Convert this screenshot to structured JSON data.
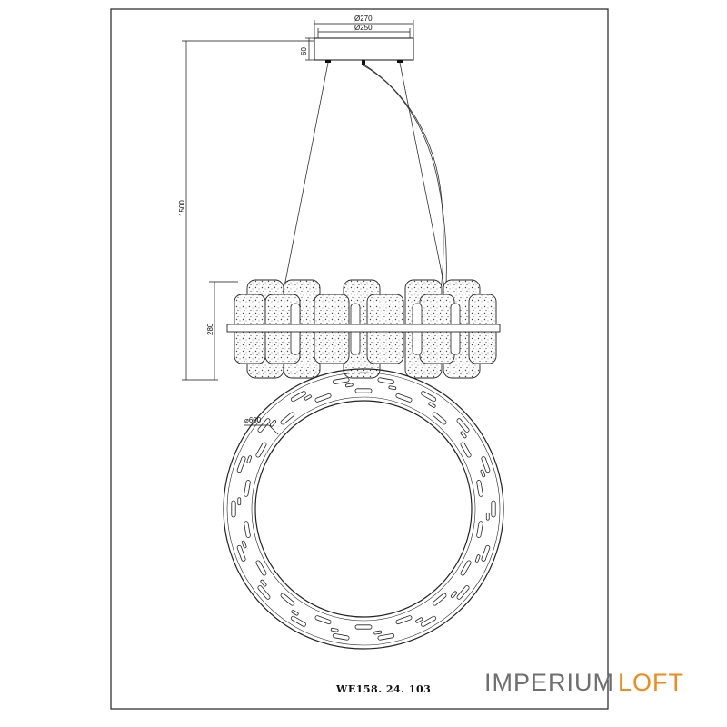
{
  "dimensions": {
    "canopy_outer": "Ø270",
    "canopy_inner": "Ø250",
    "canopy_height": "60",
    "total_height": "1500",
    "body_height": "280",
    "ring_diameter": "⌀600"
  },
  "model_number": "WE158. 24. 103",
  "brand": {
    "part1": "IMPERIUM",
    "part2": "LOFT",
    "color1": "#6f6f6f",
    "color2": "#f08a1c"
  },
  "icons": {
    "diameter_symbol": "Ø"
  }
}
